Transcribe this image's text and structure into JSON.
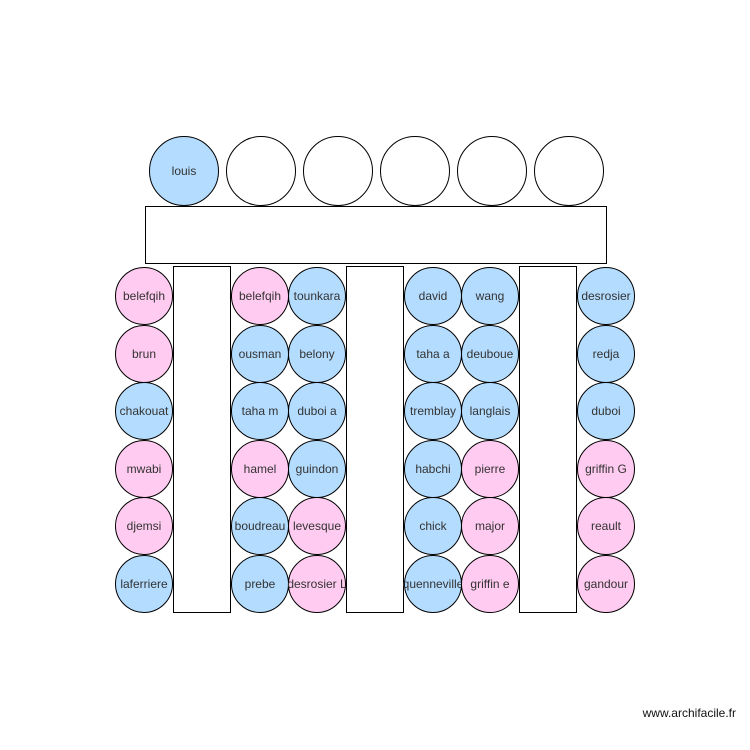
{
  "colors": {
    "blue": "#b3dcff",
    "pink": "#ffcbf0",
    "empty": "#ffffff"
  },
  "watermark": "www.archifacile.fr",
  "head_row": [
    {
      "label": "louis",
      "color": "blue"
    },
    {
      "label": "",
      "color": "empty"
    },
    {
      "label": "",
      "color": "empty"
    },
    {
      "label": "",
      "color": "empty"
    },
    {
      "label": "",
      "color": "empty"
    },
    {
      "label": "",
      "color": "empty"
    }
  ],
  "columns": [
    [
      {
        "label": "belefqih",
        "color": "pink"
      },
      {
        "label": "brun",
        "color": "pink"
      },
      {
        "label": "chakouat",
        "color": "blue"
      },
      {
        "label": "mwabi",
        "color": "pink"
      },
      {
        "label": "djemsi",
        "color": "pink"
      },
      {
        "label": "laferriere",
        "color": "blue"
      }
    ],
    [
      {
        "label": "belefqih",
        "color": "pink"
      },
      {
        "label": "ousman",
        "color": "blue"
      },
      {
        "label": "taha m",
        "color": "blue"
      },
      {
        "label": "hamel",
        "color": "pink"
      },
      {
        "label": "boudreau",
        "color": "blue"
      },
      {
        "label": "prebe",
        "color": "blue"
      }
    ],
    [
      {
        "label": "tounkara",
        "color": "blue"
      },
      {
        "label": "belony",
        "color": "blue"
      },
      {
        "label": "duboi a",
        "color": "blue"
      },
      {
        "label": "guindon",
        "color": "blue"
      },
      {
        "label": "levesque",
        "color": "pink"
      },
      {
        "label": "desrosier L",
        "color": "pink"
      }
    ],
    [
      {
        "label": "david",
        "color": "blue"
      },
      {
        "label": "taha a",
        "color": "blue"
      },
      {
        "label": "tremblay",
        "color": "blue"
      },
      {
        "label": "habchi",
        "color": "blue"
      },
      {
        "label": "chick",
        "color": "blue"
      },
      {
        "label": "quenneville",
        "color": "blue"
      }
    ],
    [
      {
        "label": "wang",
        "color": "blue"
      },
      {
        "label": "deuboue",
        "color": "blue"
      },
      {
        "label": "langlais",
        "color": "blue"
      },
      {
        "label": "pierre",
        "color": "pink"
      },
      {
        "label": "major",
        "color": "pink"
      },
      {
        "label": "griffin e",
        "color": "pink"
      }
    ],
    [
      {
        "label": "desrosier",
        "color": "blue"
      },
      {
        "label": "redja",
        "color": "blue"
      },
      {
        "label": "duboi",
        "color": "blue"
      },
      {
        "label": "griffin G",
        "color": "pink"
      },
      {
        "label": "reault",
        "color": "pink"
      },
      {
        "label": "gandour",
        "color": "pink"
      }
    ]
  ]
}
